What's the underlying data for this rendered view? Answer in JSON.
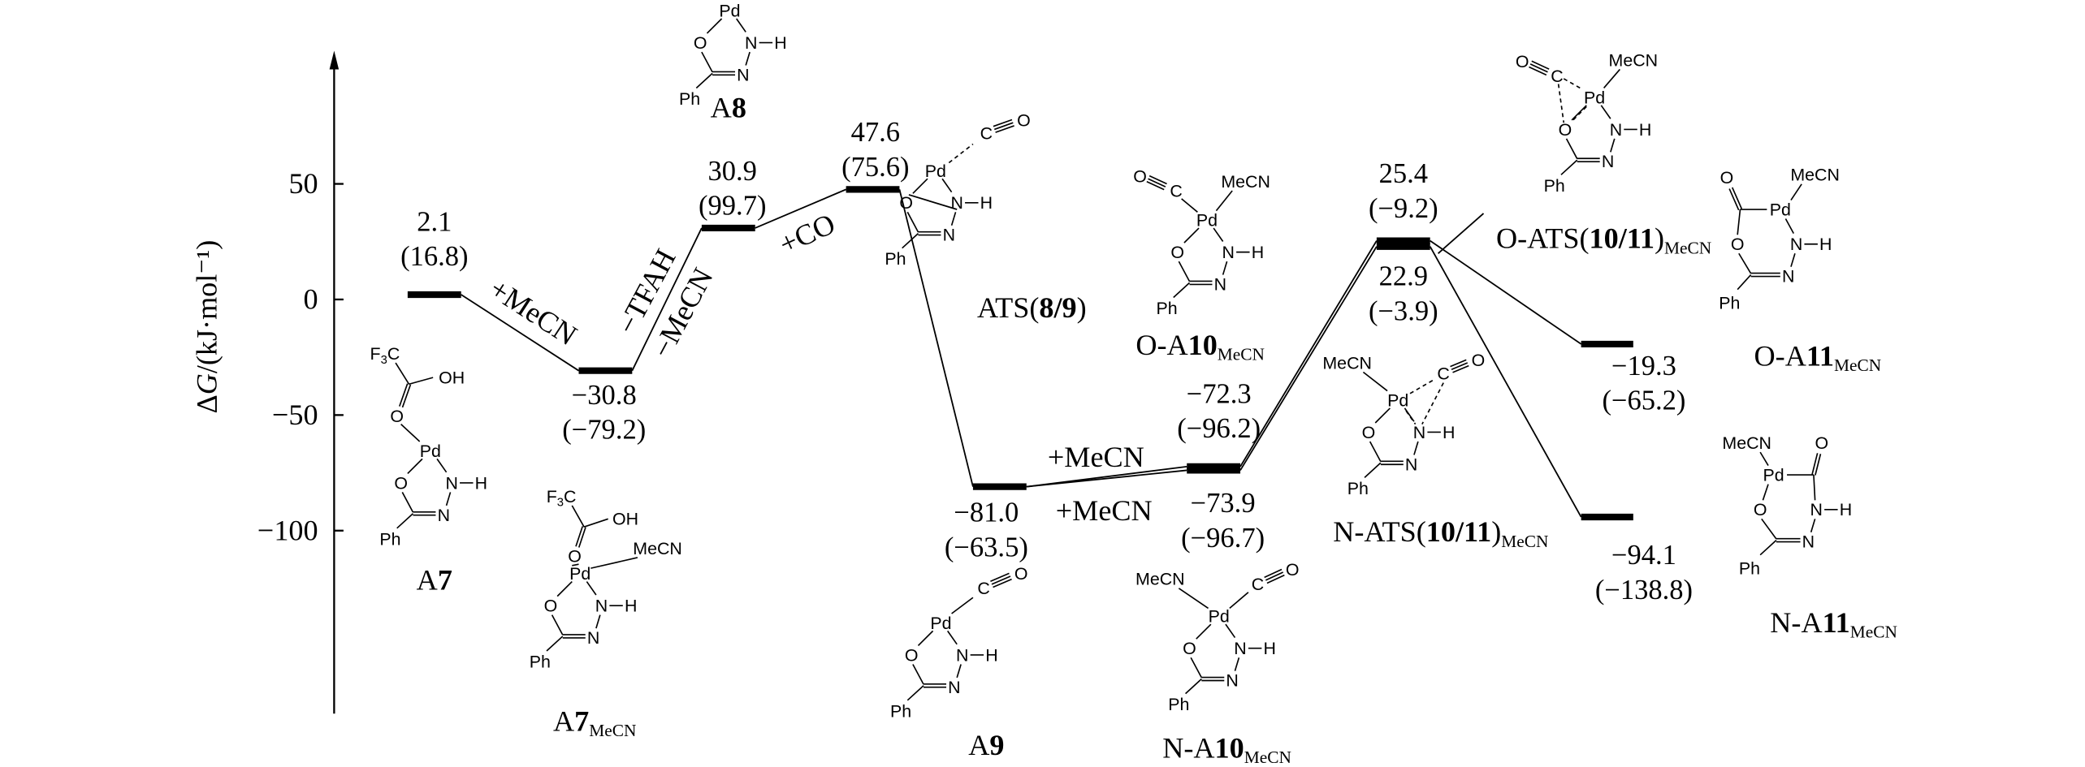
{
  "axis": {
    "ylabel_delta": "Δ",
    "ylabel_g": "G",
    "ylabel_rest": "/(kJ·mol⁻¹)",
    "ticks": [
      {
        "value": 50,
        "label": "50"
      },
      {
        "value": 0,
        "label": "0"
      },
      {
        "value": -50,
        "label": "−50"
      },
      {
        "value": -100,
        "label": "−100"
      }
    ]
  },
  "levels": [
    {
      "id": "A7",
      "energy": 2.1,
      "text": "2.1",
      "paren": "(16.8)"
    },
    {
      "id": "A7MeCN",
      "energy": -30.8,
      "text": "−30.8",
      "paren": "(−79.2)"
    },
    {
      "id": "A8",
      "energy": 30.9,
      "text": "30.9",
      "paren": "(99.7)"
    },
    {
      "id": "ATS89",
      "energy": 47.6,
      "text": "47.6",
      "paren": "(75.6)"
    },
    {
      "id": "A9",
      "energy": -81.0,
      "text": "−81.0",
      "paren": "(−63.5)"
    },
    {
      "id": "O-A10",
      "energy": -72.3,
      "text": "−72.3",
      "paren": "(−96.2)"
    },
    {
      "id": "N-A10",
      "energy": -73.9,
      "text": "−73.9",
      "paren": "(−96.7)"
    },
    {
      "id": "O-ATS",
      "energy": 25.4,
      "text": "25.4",
      "paren": "(−9.2)"
    },
    {
      "id": "N-ATS",
      "energy": 22.9,
      "text": "22.9",
      "paren": "(−3.9)"
    },
    {
      "id": "O-A11",
      "energy": -19.3,
      "text": "−19.3",
      "paren": "(−65.2)"
    },
    {
      "id": "N-A11",
      "energy": -94.1,
      "text": "−94.1",
      "paren": "(−138.8)"
    }
  ],
  "steps": [
    {
      "id": "s1",
      "text": "+MeCN"
    },
    {
      "id": "s2",
      "text": "−TFAH"
    },
    {
      "id": "s3",
      "text": "−MeCN"
    },
    {
      "id": "s4",
      "text": "+CO"
    },
    {
      "id": "s5",
      "text": "+MeCN"
    },
    {
      "id": "s6",
      "text": "+MeCN"
    }
  ],
  "compounds": [
    {
      "id": "A7",
      "pre": "A",
      "bold": "7",
      "post": "",
      "sub": ""
    },
    {
      "id": "A7MeCN",
      "pre": "A",
      "bold": "7",
      "post": "",
      "sub": "MeCN"
    },
    {
      "id": "A8",
      "pre": "A",
      "bold": "8",
      "post": "",
      "sub": ""
    },
    {
      "id": "ATS89",
      "pre": "ATS(",
      "bold": "8/9",
      "post": ")",
      "sub": ""
    },
    {
      "id": "A9",
      "pre": "A",
      "bold": "9",
      "post": "",
      "sub": ""
    },
    {
      "id": "O-A10",
      "pre": "O-A",
      "bold": "10",
      "post": "",
      "sub": "MeCN"
    },
    {
      "id": "N-A10",
      "pre": "N-A",
      "bold": "10",
      "post": "",
      "sub": "MeCN"
    },
    {
      "id": "O-ATS",
      "pre": "O-ATS(",
      "bold": "10/11",
      "post": ")",
      "sub": "MeCN"
    },
    {
      "id": "N-ATS",
      "pre": "N-ATS(",
      "bold": "10/11",
      "post": ")",
      "sub": "MeCN"
    },
    {
      "id": "O-A11",
      "pre": "O-A",
      "bold": "11",
      "post": "",
      "sub": "MeCN"
    },
    {
      "id": "N-A11",
      "pre": "N-A",
      "bold": "11",
      "post": "",
      "sub": "MeCN"
    }
  ],
  "atoms": {
    "pd": "Pd",
    "o": "O",
    "n": "N",
    "h": "H",
    "ph": "Ph",
    "c": "C",
    "mecn": "MeCN",
    "oh": "OH",
    "f3c_f": "F",
    "f3c_3": "3",
    "f3c_c": "C"
  }
}
